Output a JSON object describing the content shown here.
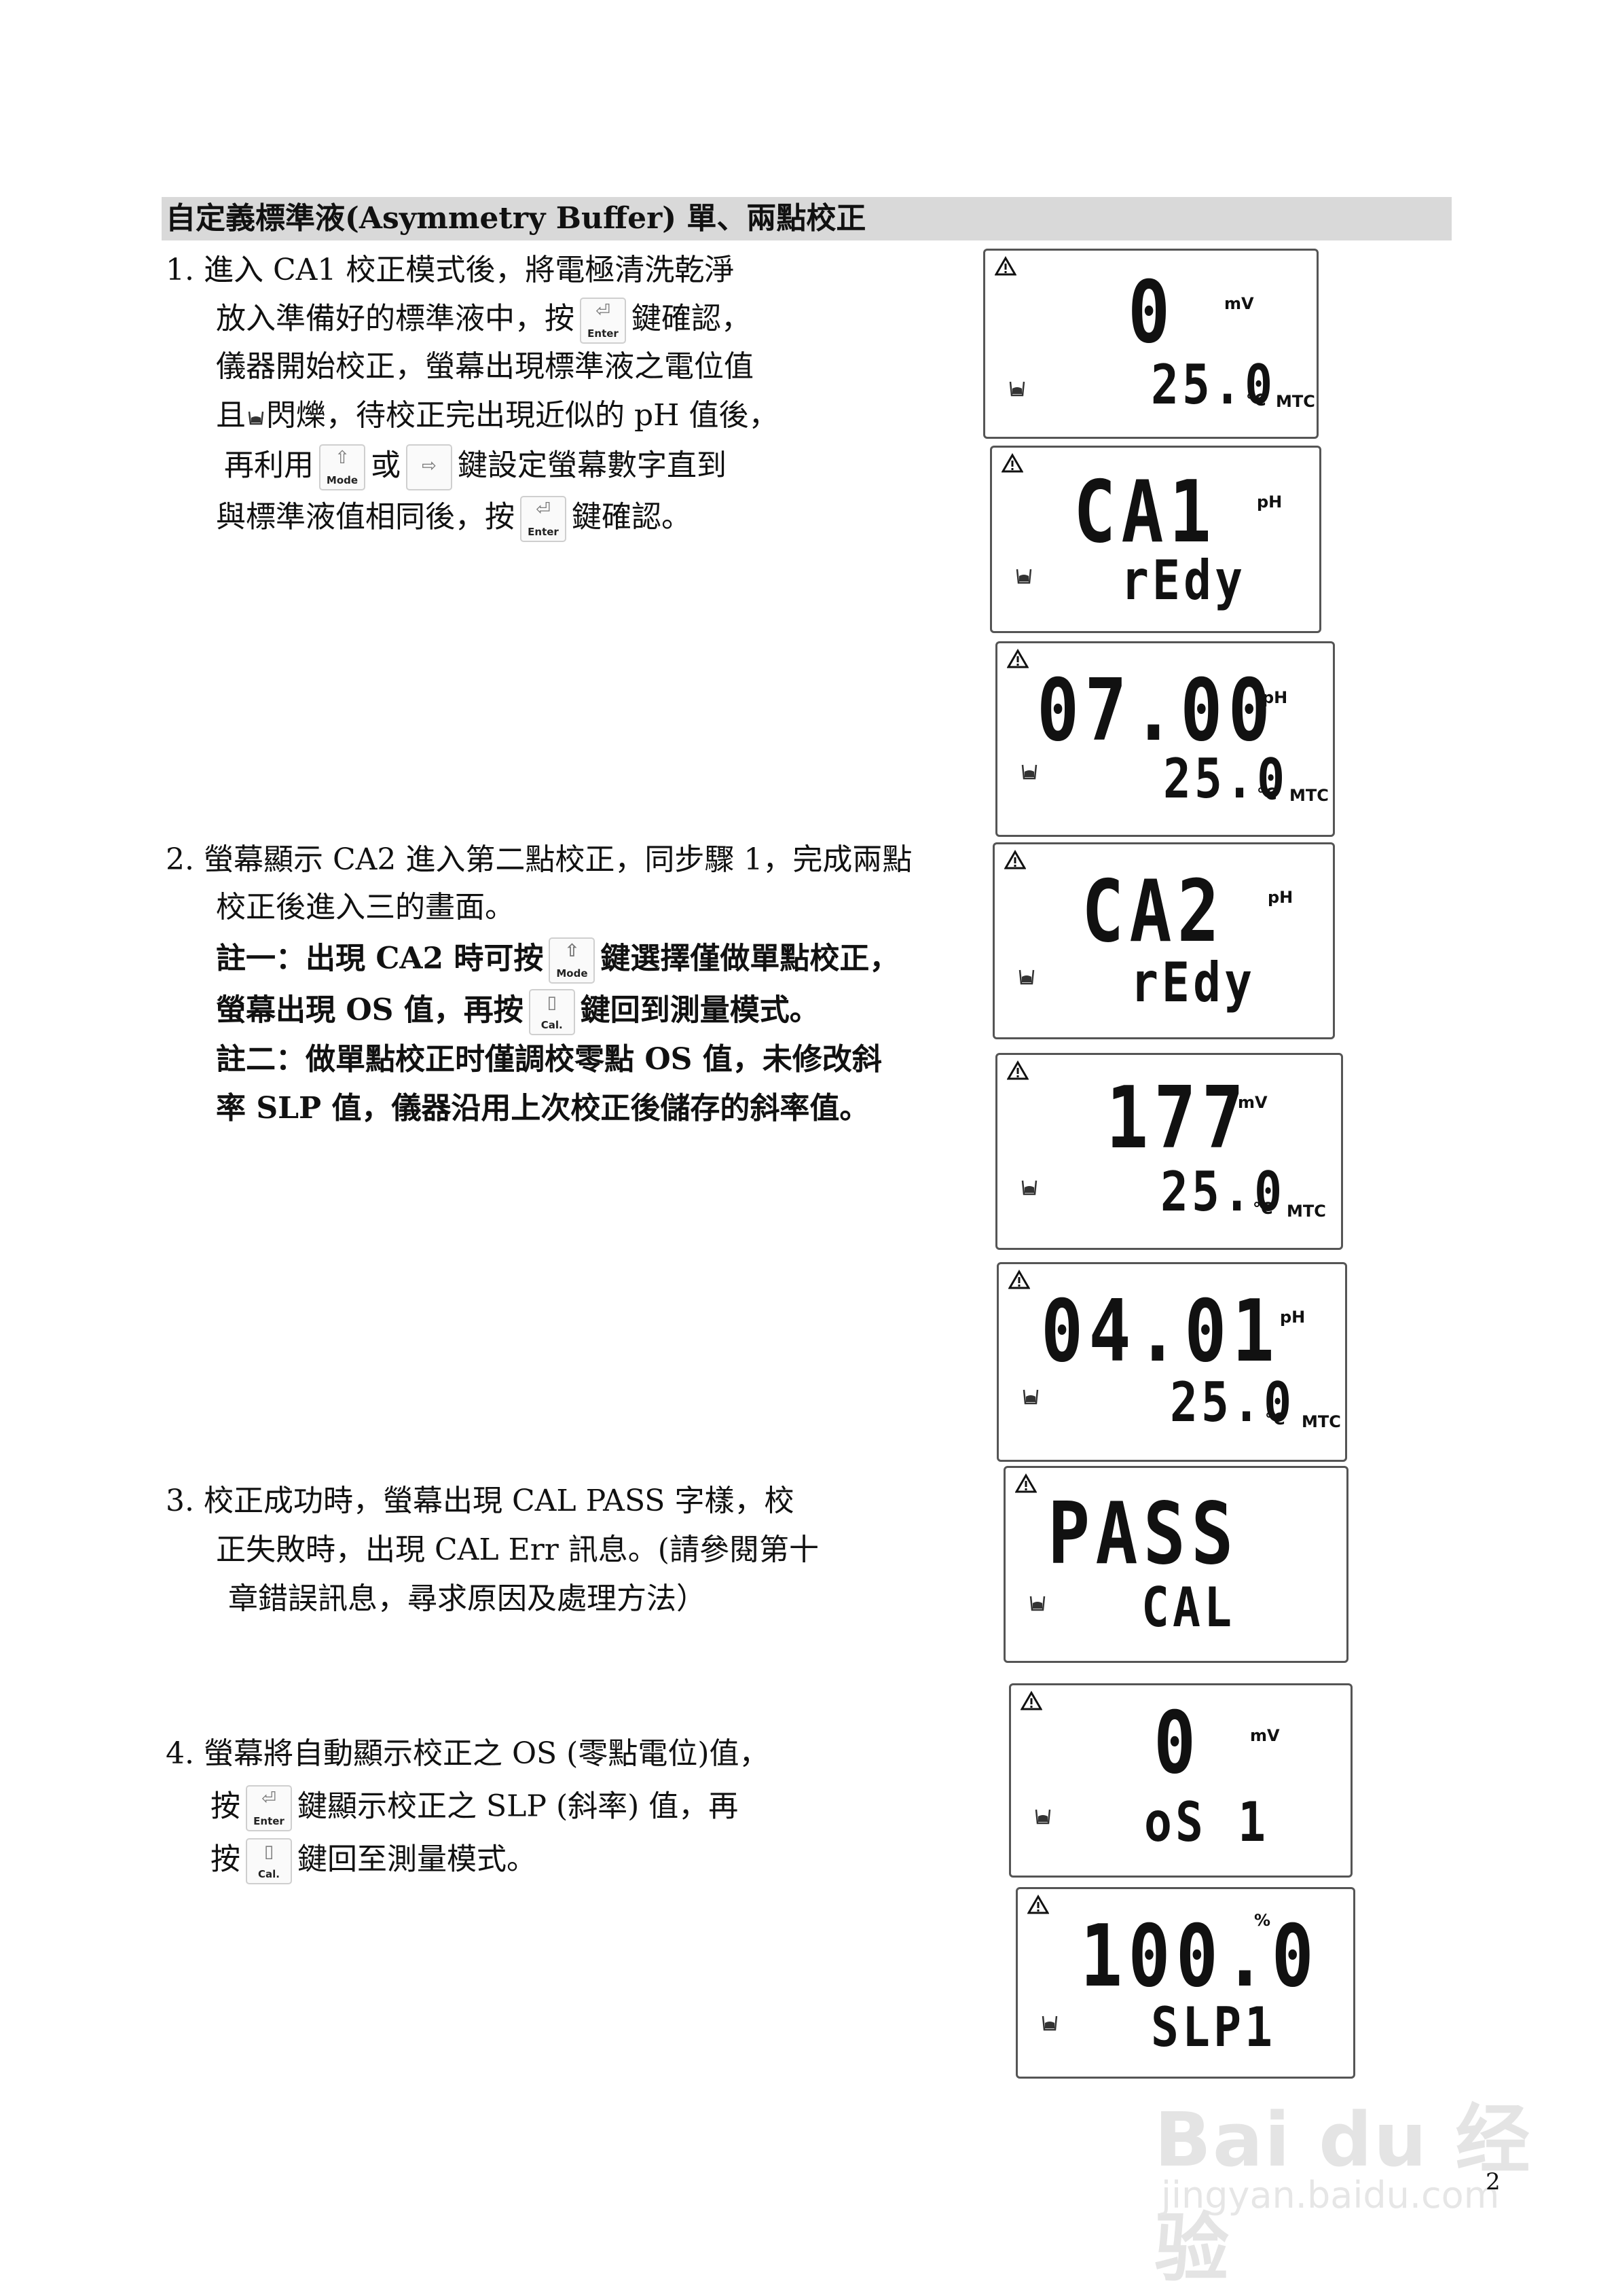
{
  "heading": "自定義標準液(Asymmetry Buffer) 單、兩點校正",
  "step1": {
    "line1": "1.  進入 CA1 校正模式後，將電極清洗乾淨",
    "line2a": "放入準備好的標準液中，按",
    "line2b": "鍵確認，",
    "line3": "儀器開始校正，螢幕出現標準液之電位值",
    "line4a": "且",
    "line4b": "閃爍，待校正完出現近似的 pH 值後，",
    "line5a": "再利用",
    "line5b": "或",
    "line5c": "鍵設定螢幕數字直到",
    "line6a": "與標準液值相同後，按",
    "line6b": "鍵確認。"
  },
  "step2": {
    "line1": "2.  螢幕顯示 CA2 進入第二點校正，同步驟 1，完成兩點",
    "line2": "校正後進入三的畫面。",
    "note1a": "註一：出現 CA2 時可按",
    "note1b": "鍵選擇僅做單點校正，",
    "note1c": "螢幕出現 OS 值，再按",
    "note1d": "鍵回到測量模式。",
    "note2a": "註二：做單點校正时僅調校零點 OS 值，未修改斜",
    "note2b": "率 SLP 值，儀器沿用上次校正後儲存的斜率值。"
  },
  "step3": {
    "line1": "3.  校正成功時，螢幕出現 CAL    PASS 字樣，校",
    "line2": "正失敗時，出現 CAL Err 訊息。(請參閱第十",
    "line3": "章錯誤訊息，尋求原因及處理方法）"
  },
  "step4": {
    "line1": "4.  螢幕將自動顯示校正之 OS (零點電位)值，",
    "line2a": "按",
    "line2b": "鍵顯示校正之 SLP (斜率)  值，再",
    "line3a": "按",
    "line3b": "鍵回至測量模式。"
  },
  "keys": {
    "enter": "Enter",
    "mode": "Mode",
    "cal": "Cal."
  },
  "lcd": [
    {
      "main": "0",
      "unit": "mV",
      "sub": "25.0",
      "deg": "°C",
      "unit2": "MTC"
    },
    {
      "main": "CA1",
      "unit": "pH",
      "sub": "rEdy"
    },
    {
      "main": "07.00",
      "unit": "pH",
      "sub": "25.0",
      "deg": "°C",
      "unit2": "MTC"
    },
    {
      "main": "CA2",
      "unit": "pH",
      "sub": "rEdy"
    },
    {
      "main": "177",
      "unit": "mV",
      "sub": "25.0",
      "deg": "°C",
      "unit2": "MTC"
    },
    {
      "main": "04.01",
      "unit": "pH",
      "sub": "25.0",
      "deg": "°C",
      "unit2": "MTC"
    },
    {
      "main": "PASS",
      "sub": "CAL"
    },
    {
      "main": "0",
      "unit": "mV",
      "sub": "oS 1"
    },
    {
      "main": "100.0",
      "unit": "%",
      "sub": "SLP1"
    }
  ],
  "watermark": {
    "brand": "Bai du 经验",
    "url": "jingyan.baidu.com"
  },
  "page_number": "2"
}
